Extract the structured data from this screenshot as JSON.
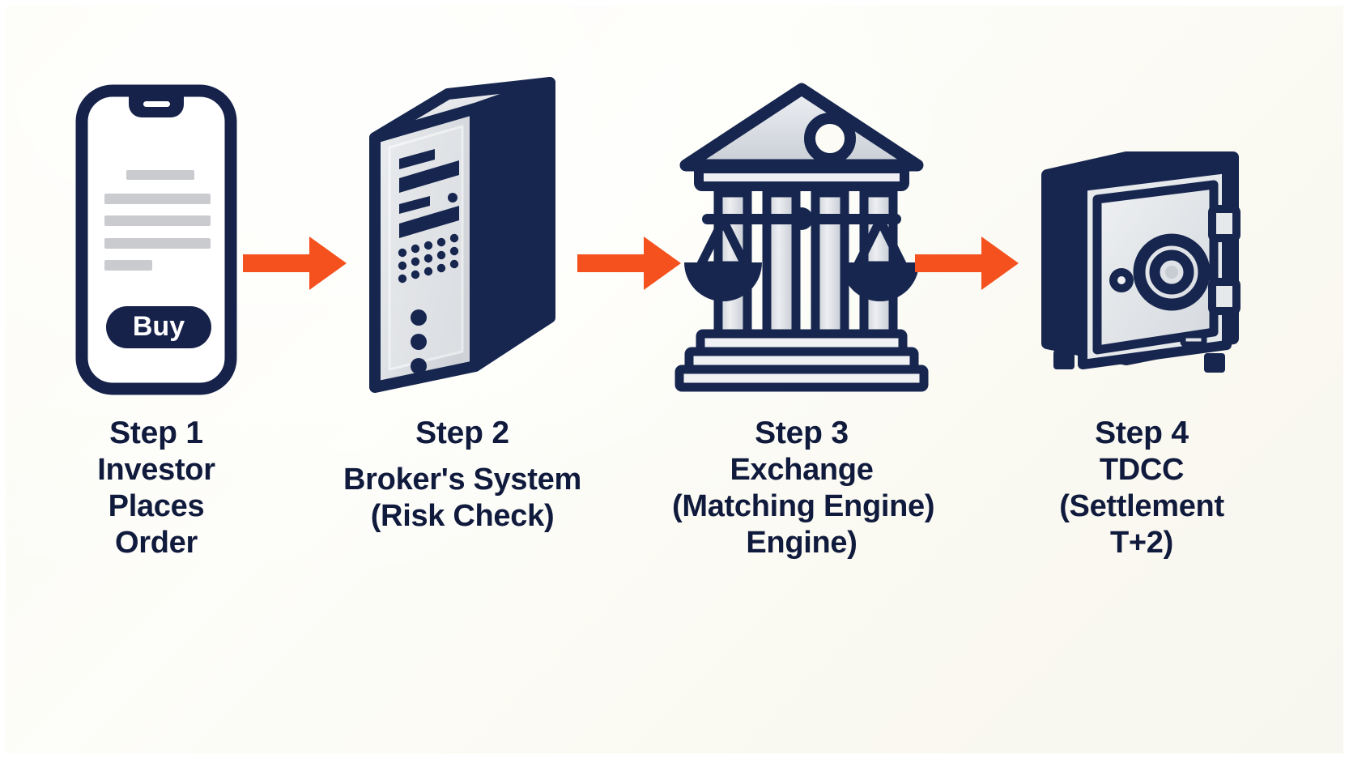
{
  "diagram": {
    "background_color": "#fcfbf5",
    "accent_color": "#f4511e",
    "ink_color": "#101a3c",
    "panel_color": "#e2e4e8",
    "steps": [
      {
        "id": "step-1",
        "icon": "smartphone-icon",
        "title": "Step 1",
        "lines": [
          "Investor",
          "Places",
          "Order"
        ],
        "screen_button_label": "Buy"
      },
      {
        "id": "step-2",
        "icon": "server-tower-icon",
        "title": "Step 2",
        "lines": [
          "Broker's System",
          "(Risk Check)"
        ]
      },
      {
        "id": "step-3",
        "icon": "bank-with-scales-icon",
        "title": "Step 3",
        "lines": [
          "Exchange",
          "(Matching Engine)",
          "Engine)"
        ]
      },
      {
        "id": "step-4",
        "icon": "safe-vault-icon",
        "title": "Step 4",
        "lines": [
          "TDCC",
          "(Settlement",
          "T+2)"
        ]
      }
    ],
    "arrows": [
      {
        "id": "arrow-1",
        "direction": "right"
      },
      {
        "id": "arrow-2",
        "direction": "right"
      },
      {
        "id": "arrow-3",
        "direction": "right"
      }
    ]
  }
}
